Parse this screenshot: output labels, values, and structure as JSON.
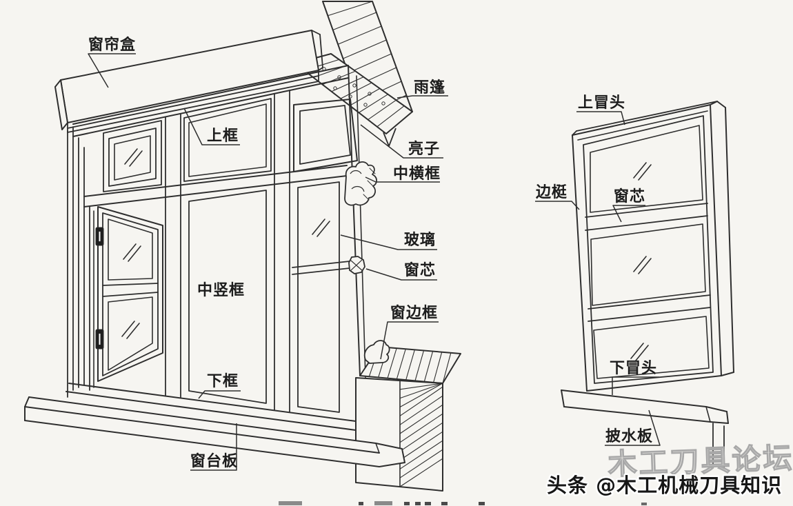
{
  "colors": {
    "background": "#f6f5f1",
    "line": "#2e2e2e",
    "label": "#1c1c1c",
    "watermark_bold": "#161616",
    "watermark_faint_stroke": "#a8a8a8",
    "watermark_faint_fill": "#efeeea",
    "watermark_outline": "#ffffff",
    "hinge": "#1e1e1e"
  },
  "left_diagram": {
    "name": "window-frame-perspective-drawing",
    "labels": {
      "curtain_box": "窗帘盒",
      "top_frame": "上框",
      "rain_canopy": "雨篷",
      "transom": "亮子",
      "mid_horizontal_frame": "中横框",
      "glass": "玻璃",
      "muntin": "窗芯",
      "window_edge_frame": "窗边框",
      "mid_vertical_frame": "中竖框",
      "bottom_frame": "下框",
      "windowsill_board": "窗台板"
    }
  },
  "right_diagram": {
    "name": "window-sash-perspective-drawing",
    "labels": {
      "top_rail": "上冒头",
      "stile": "边梃",
      "muntin": "窗芯",
      "bottom_rail": "下冒头",
      "drip_board": "披水板"
    }
  },
  "watermarks": {
    "faint": "木工刀具论坛",
    "bold": "头条 @木工机械刀具知识"
  }
}
